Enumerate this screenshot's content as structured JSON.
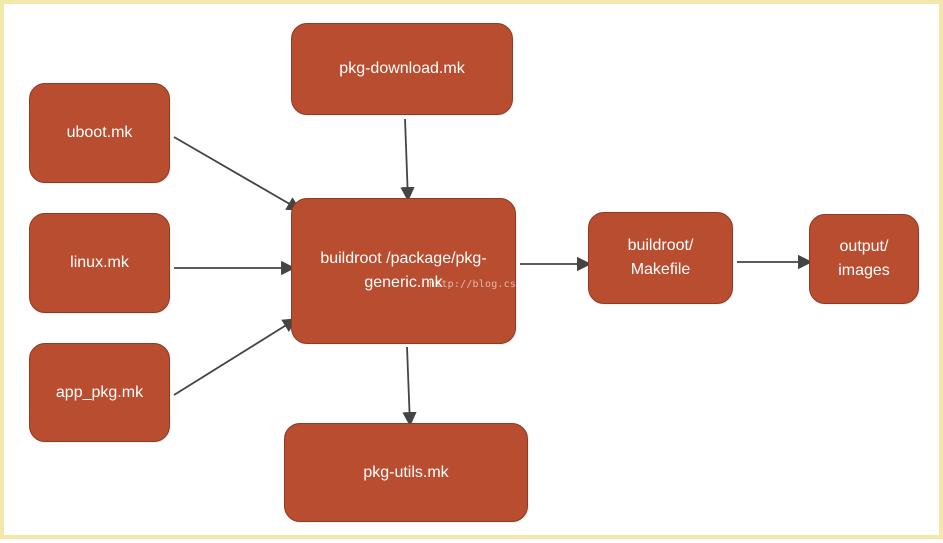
{
  "nodes": {
    "pkg_download": "pkg-download.mk",
    "uboot": "uboot.mk",
    "linux": "linux.mk",
    "app_pkg": "app_pkg.mk",
    "pkg_generic": "buildroot /package/pkg-\ngeneric.mk",
    "pkg_utils": "pkg-utils.mk",
    "makefile": "buildroot/\nMakefile",
    "output": "output/\nimages"
  },
  "watermark": "http://blog.csdn.net/",
  "colors": {
    "node_fill": "#b84d30",
    "node_text": "#ffffff",
    "edge": "#444444",
    "frame_border": "#f3e7a9"
  }
}
